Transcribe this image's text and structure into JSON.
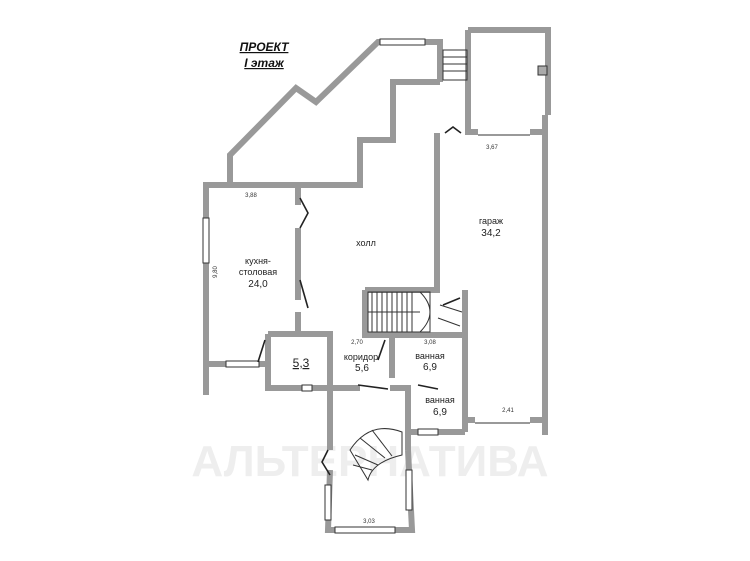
{
  "title": {
    "line1": "ПРОЕКТ",
    "line2": "I этаж"
  },
  "watermark": "АЛЬТЕРНАТИВА",
  "rooms": {
    "kitchen": {
      "name1": "кухня-",
      "name2": "столовая",
      "area": "24,0"
    },
    "hall": {
      "name": "холл"
    },
    "garage": {
      "name": "гараж",
      "area": "34,2"
    },
    "storage": {
      "area": "5,3"
    },
    "corridor": {
      "name": "коридор",
      "area": "5,6"
    },
    "bath1": {
      "name": "ванная",
      "area": "6,9"
    },
    "bath2": {
      "name": "ванная",
      "area": "6,9"
    }
  },
  "dimensions": {
    "kitchen_top": "3,88",
    "kitchen_side": "9,80",
    "garage_top": "3,67",
    "corridor": "2,70",
    "bath": "3,08",
    "garage_bottom": "2,41",
    "tower_bottom": "3,03"
  }
}
